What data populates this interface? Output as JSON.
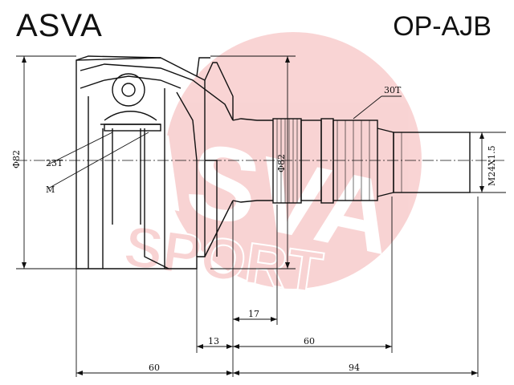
{
  "header": {
    "brand": "ASVA",
    "part_number": "OP-AJB"
  },
  "watermark": {
    "word1": "ASVA",
    "word2": "SPORT",
    "color": "#e23a3a"
  },
  "labels": {
    "spline_outer": "30T",
    "spline_inner": "23T",
    "m": "M",
    "dia_left": "Φ82",
    "dia_center": "Φ82",
    "thread": "M24X1.5"
  },
  "dimensions": {
    "d17": "17",
    "d13": "13",
    "d60_upper": "60",
    "d60_lower": "60",
    "d94": "94"
  }
}
